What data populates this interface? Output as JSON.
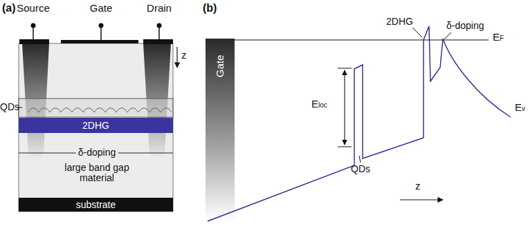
{
  "diagram": {
    "nodes": [
      {
        "text": [
          "2DHG"
        ]
      },
      {
        "text": [
          "substrate"
        ]
      }
    ],
    "labels": [
      "(a)",
      "Source",
      "Gate",
      "Drain",
      "z",
      "QDs",
      "δ-doping",
      "large band gap material",
      "(b)",
      "Gate",
      "2DHG",
      "δ-doping",
      "EF",
      "Eloc",
      "Ev",
      "QDs",
      "z"
    ]
  }
}
